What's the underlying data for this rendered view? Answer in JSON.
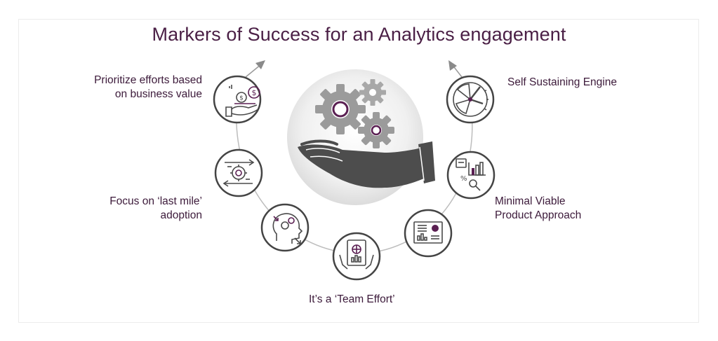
{
  "title": "Markers of Success for an Analytics engagement",
  "markers": [
    {
      "lines": [
        "Prioritize efforts based",
        "on business value"
      ],
      "icon": "money-hand-icon"
    },
    {
      "lines": [
        "Focus on ‘last mile’",
        "adoption"
      ],
      "icon": "cycle-gear-icon"
    },
    {
      "lines": [],
      "icon": "head-gears-icon"
    },
    {
      "lines": [
        "It’s a ‘Team Effort’"
      ],
      "icon": "tablet-hands-icon"
    },
    {
      "lines": [],
      "icon": "dashboard-icon"
    },
    {
      "lines": [
        "Minimal Viable",
        "Product Approach"
      ],
      "icon": "analytics-charts-icon"
    },
    {
      "lines": [
        "Self Sustaining Engine"
      ],
      "icon": "clock-pie-icon"
    }
  ],
  "center_icon": "hand-gears-icon",
  "colors": {
    "title": "#4a1f45",
    "label": "#3c1a3a",
    "accent": "#5a1f52",
    "icon": "#4a4a4a",
    "ring": "#444444",
    "arc": "#bdbdbd"
  }
}
